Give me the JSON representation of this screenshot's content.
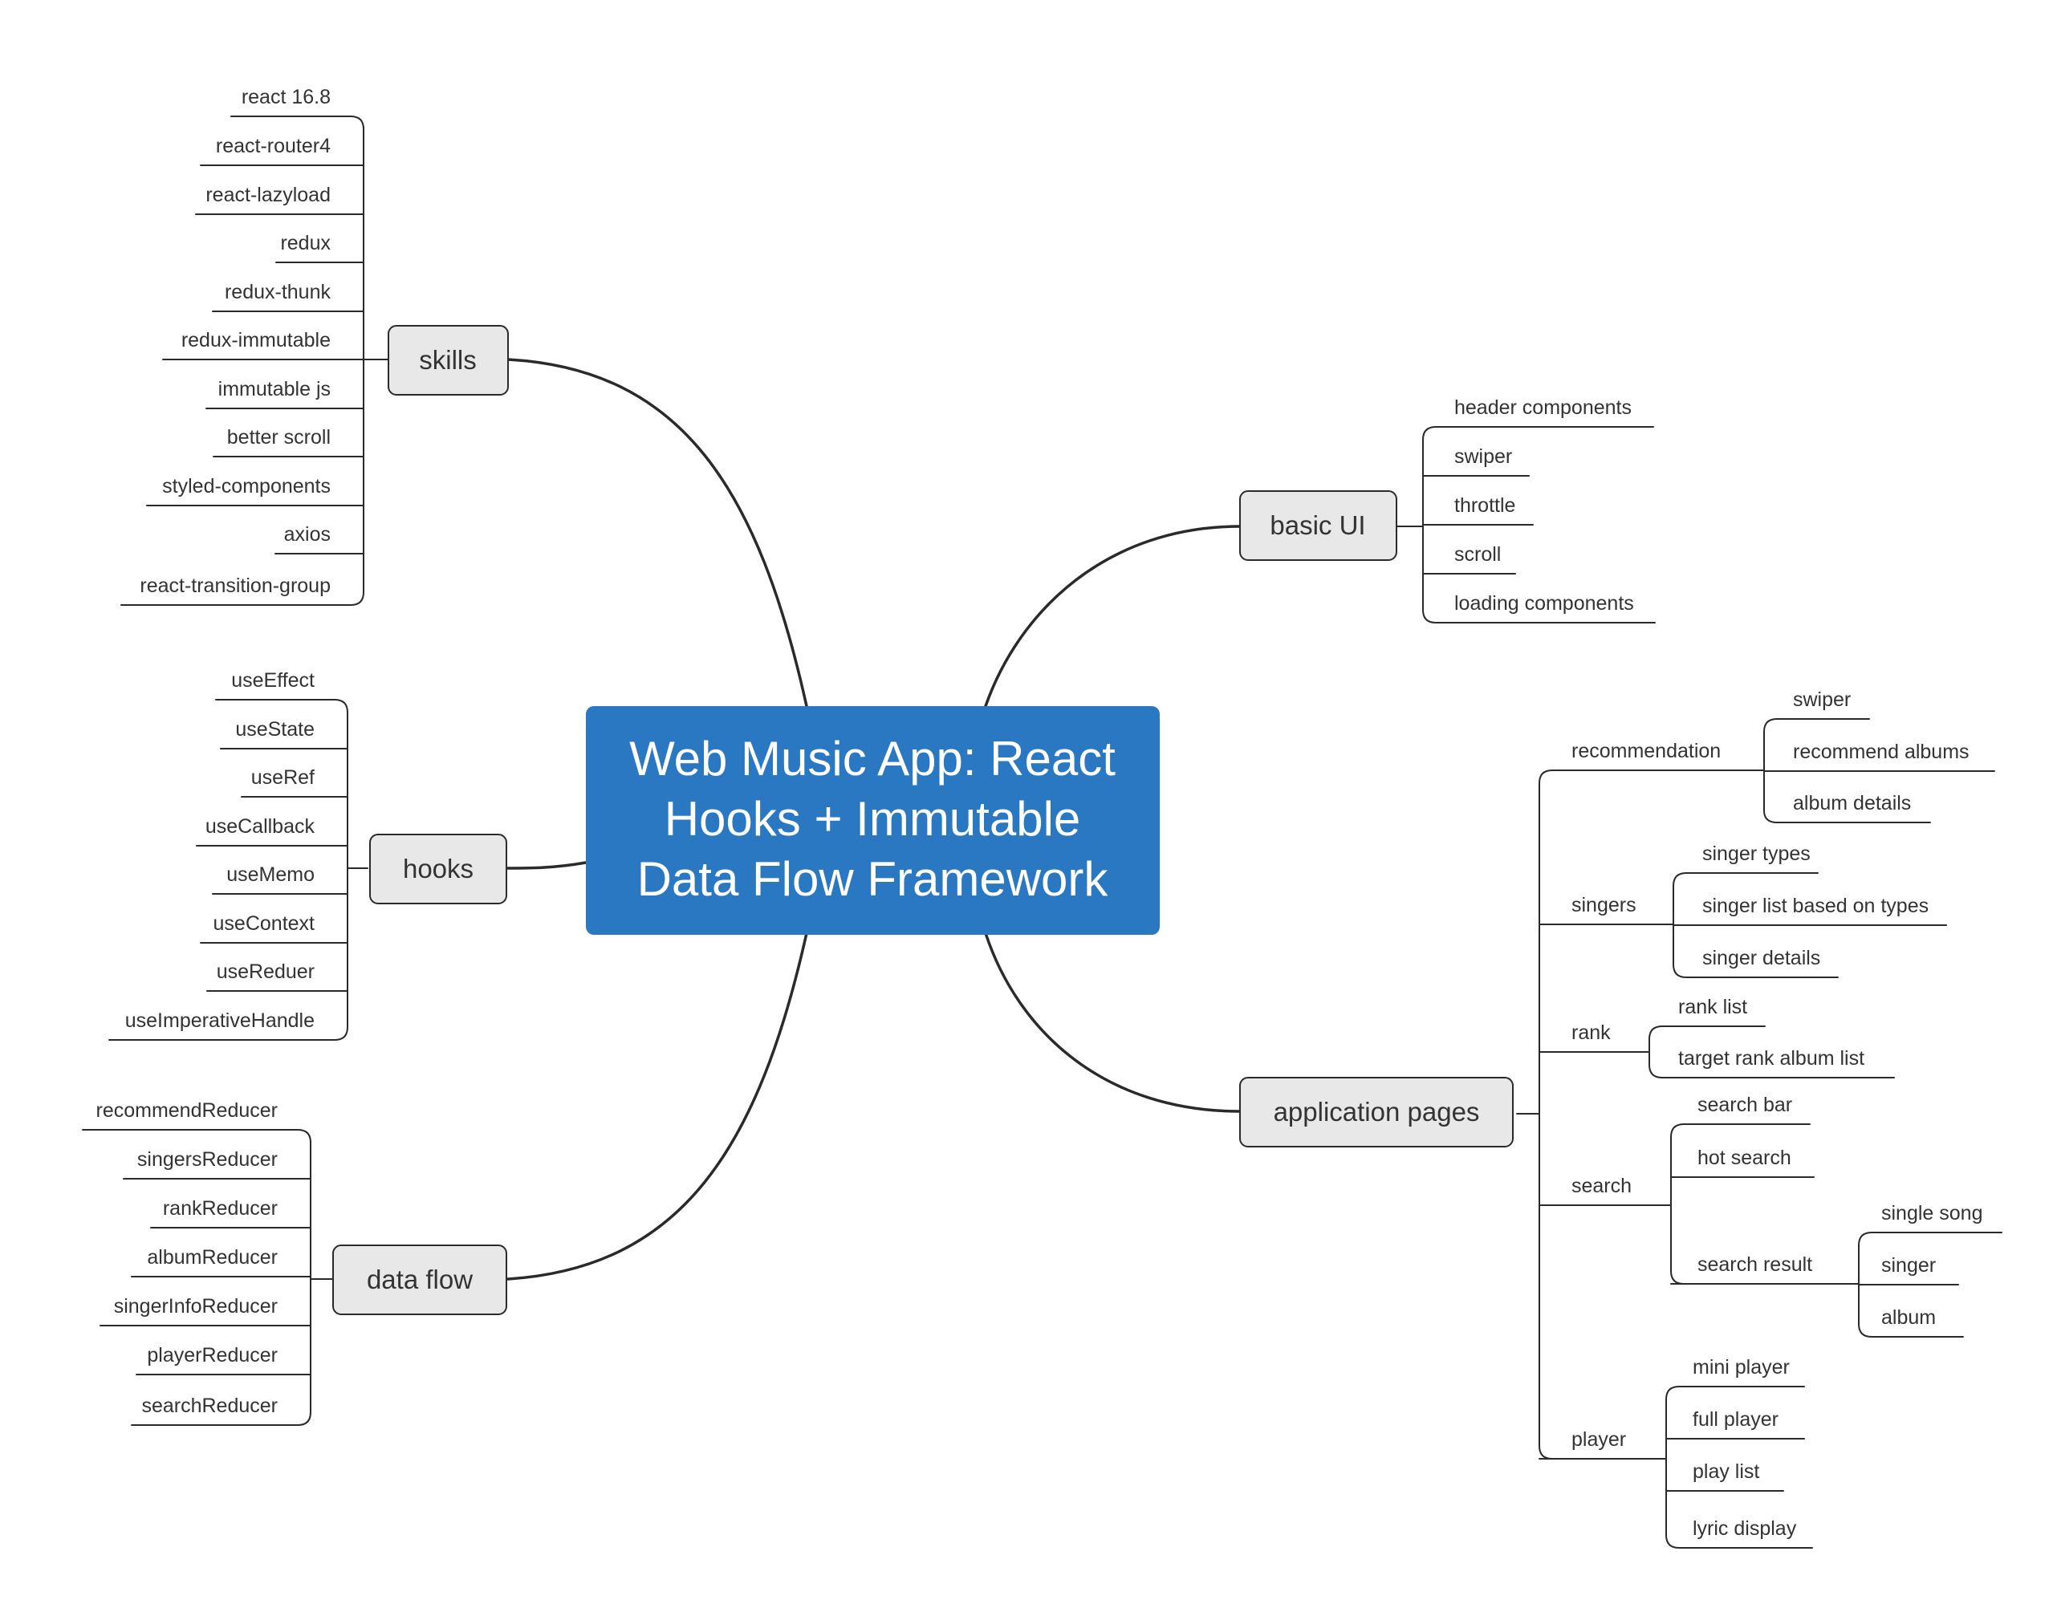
{
  "central_topic": {
    "lines": [
      "Web Music App: React",
      "Hooks + Immutable",
      "Data Flow Framework"
    ]
  },
  "branches": {
    "skills": {
      "label": "skills",
      "items": [
        "react 16.8",
        "react-router4",
        "react-lazyload",
        "redux",
        "redux-thunk",
        "redux-immutable",
        "immutable js",
        "better scroll",
        "styled-components",
        "axios",
        "react-transition-group"
      ]
    },
    "hooks": {
      "label": "hooks",
      "items": [
        "useEffect",
        "useState",
        "useRef",
        "useCallback",
        "useMemo",
        "useContext",
        "useReduer",
        "useImperativeHandle"
      ]
    },
    "data_flow": {
      "label": "data flow",
      "items": [
        "recommendReducer",
        "singersReducer",
        "rankReducer",
        "albumReducer",
        "singerInfoReducer",
        "playerReducer",
        "searchReducer"
      ]
    },
    "basic_ui": {
      "label": "basic UI",
      "items": [
        "header components",
        "swiper",
        "throttle",
        "scroll",
        "loading components"
      ]
    },
    "application_pages": {
      "label": "application pages",
      "recommendation": {
        "label": "recommendation",
        "items": [
          "swiper",
          "recommend albums",
          "album details"
        ]
      },
      "singers": {
        "label": "singers",
        "items": [
          "singer types",
          "singer list based on types",
          "singer details"
        ]
      },
      "rank": {
        "label": "rank",
        "items": [
          "rank list",
          "target rank album list"
        ]
      },
      "search": {
        "label": "search",
        "items": [
          "search bar",
          "hot search"
        ],
        "result": {
          "label": "search result",
          "items": [
            "single song",
            "singer",
            "album"
          ]
        }
      },
      "player": {
        "label": "player",
        "items": [
          "mini player",
          "full player",
          "play list",
          "lyric display"
        ]
      }
    }
  },
  "colors": {
    "central_fill": "#2b78c2",
    "topic_fill": "#e8e8e8",
    "line": "#2a2a2a",
    "text": "#333333"
  }
}
